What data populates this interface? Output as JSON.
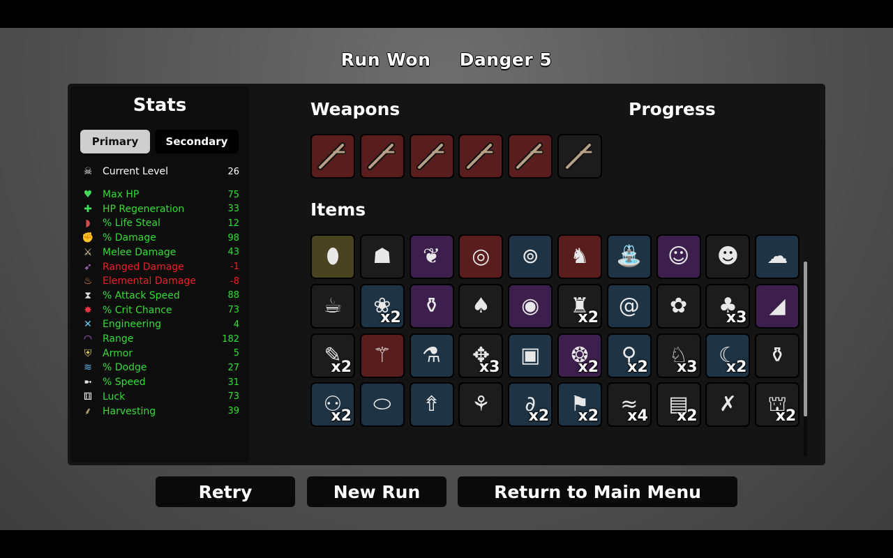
{
  "header": {
    "result": "Run Won",
    "danger": "Danger 5"
  },
  "stats": {
    "title": "Stats",
    "tabs": {
      "primary": "Primary",
      "secondary": "Secondary"
    },
    "current_level": {
      "label": "Current Level",
      "value": "26",
      "icon": "skull-icon"
    },
    "rows": [
      {
        "name": "max-hp",
        "label": "Max HP",
        "value": "75",
        "color": "#33dd33",
        "icon": "heart-icon",
        "glyph": "♥",
        "icolor": "#3fdc5a"
      },
      {
        "name": "hp-regeneration",
        "label": "HP Regeneration",
        "value": "33",
        "color": "#33dd33",
        "icon": "heart-plus-icon",
        "glyph": "✚",
        "icolor": "#3fdc5a"
      },
      {
        "name": "life-steal",
        "label": "% Life Steal",
        "value": "12",
        "color": "#33dd33",
        "icon": "fangs-icon",
        "glyph": "◗",
        "icolor": "#d84a4a"
      },
      {
        "name": "damage",
        "label": "% Damage",
        "value": "98",
        "color": "#33dd33",
        "icon": "muscle-icon",
        "glyph": "✊",
        "icolor": "#e06666"
      },
      {
        "name": "melee-damage",
        "label": "Melee Damage",
        "value": "43",
        "color": "#33dd33",
        "icon": "sword-icon",
        "glyph": "⚔",
        "icolor": "#f0d8a8"
      },
      {
        "name": "ranged-damage",
        "label": "Ranged Damage",
        "value": "-1",
        "color": "#ee2222",
        "icon": "bow-icon",
        "glyph": "➶",
        "icolor": "#c77ad8"
      },
      {
        "name": "elemental-damage",
        "label": "Elemental Damage",
        "value": "-8",
        "color": "#ee2222",
        "icon": "flame-icon",
        "glyph": "♨",
        "icolor": "#ff9040"
      },
      {
        "name": "attack-speed",
        "label": "% Attack Speed",
        "value": "88",
        "color": "#33dd33",
        "icon": "hourglass-icon",
        "glyph": "⧗",
        "icolor": "#dddddd"
      },
      {
        "name": "crit-chance",
        "label": "% Crit Chance",
        "value": "73",
        "color": "#33dd33",
        "icon": "crit-burst-icon",
        "glyph": "✸",
        "icolor": "#ee3344"
      },
      {
        "name": "engineering",
        "label": "Engineering",
        "value": "4",
        "color": "#33dd33",
        "icon": "wrench-icon",
        "glyph": "✕",
        "icolor": "#66ccee"
      },
      {
        "name": "range",
        "label": "Range",
        "value": "182",
        "color": "#33dd33",
        "icon": "range-waves-icon",
        "glyph": "◠",
        "icolor": "#cc66ee"
      },
      {
        "name": "armor",
        "label": "Armor",
        "value": "5",
        "color": "#33dd33",
        "icon": "shield-icon",
        "glyph": "⛨",
        "icolor": "#e8d84a"
      },
      {
        "name": "dodge",
        "label": "% Dodge",
        "value": "27",
        "color": "#33dd33",
        "icon": "dodge-icon",
        "glyph": "≋",
        "icolor": "#66bbee"
      },
      {
        "name": "speed",
        "label": "% Speed",
        "value": "31",
        "color": "#33dd33",
        "icon": "boot-icon",
        "glyph": "➼",
        "icolor": "#eeeeee"
      },
      {
        "name": "luck",
        "label": "Luck",
        "value": "73",
        "color": "#33dd33",
        "icon": "dice-icon",
        "glyph": "⚅",
        "icolor": "#eeeeee"
      },
      {
        "name": "harvesting",
        "label": "Harvesting",
        "value": "39",
        "color": "#33dd33",
        "icon": "wheat-icon",
        "glyph": "⸙",
        "icolor": "#e8d08a"
      }
    ]
  },
  "weapons": {
    "title": "Weapons",
    "slots": [
      {
        "icon": "stick-icon",
        "bg": "#5a1d1d"
      },
      {
        "icon": "stick-icon",
        "bg": "#5a1d1d"
      },
      {
        "icon": "stick-icon",
        "bg": "#5a1d1d"
      },
      {
        "icon": "stick-icon",
        "bg": "#5a1d1d"
      },
      {
        "icon": "stick-icon",
        "bg": "#5a1d1d"
      },
      {
        "icon": "stick-icon",
        "bg": "#1c1c1c"
      }
    ]
  },
  "progress": {
    "title": "Progress"
  },
  "items": {
    "title": "Items",
    "slots": [
      {
        "icon": "egg-icon",
        "bg": "#4a4322",
        "glyph": "⬮",
        "count": ""
      },
      {
        "icon": "alien-icon",
        "bg": "#1c1c1c",
        "glyph": "☗",
        "count": ""
      },
      {
        "icon": "wings-icon",
        "bg": "#3c1f4c",
        "glyph": "❦",
        "count": ""
      },
      {
        "icon": "binoculars-icon",
        "bg": "#5a1d1d",
        "glyph": "◎",
        "count": ""
      },
      {
        "icon": "target-ring-icon",
        "bg": "#1e3344",
        "glyph": "⊚",
        "count": ""
      },
      {
        "icon": "mammoth-icon",
        "bg": "#5a1d1d",
        "glyph": "♞",
        "count": ""
      },
      {
        "icon": "fountain-icon",
        "bg": "#1e3344",
        "glyph": "⛲",
        "count": ""
      },
      {
        "icon": "frog-icon",
        "bg": "#3c1f4c",
        "glyph": "☺",
        "count": ""
      },
      {
        "icon": "monkey-icon",
        "bg": "#1c1c1c",
        "glyph": "☻",
        "count": ""
      },
      {
        "icon": "sick-creature-icon",
        "bg": "#1e3344",
        "glyph": "☁",
        "count": ""
      },
      {
        "icon": "coffee-cup-icon",
        "bg": "#1c1c1c",
        "glyph": "☕",
        "count": ""
      },
      {
        "icon": "rabbit-icon",
        "bg": "#1e3344",
        "glyph": "❀",
        "count": "x2"
      },
      {
        "icon": "baby-bottle-icon",
        "bg": "#3c1f4c",
        "glyph": "⚱",
        "count": ""
      },
      {
        "icon": "poop-icon",
        "bg": "#1c1c1c",
        "glyph": "♠",
        "count": ""
      },
      {
        "icon": "ring-icon",
        "bg": "#3c1f4c",
        "glyph": "◉",
        "count": ""
      },
      {
        "icon": "gargoyle-icon",
        "bg": "#1c1c1c",
        "glyph": "♜",
        "count": "x2"
      },
      {
        "icon": "snail-icon",
        "bg": "#1e3344",
        "glyph": "@",
        "count": ""
      },
      {
        "icon": "hamster-icon",
        "bg": "#1c1c1c",
        "glyph": "✿",
        "count": ""
      },
      {
        "icon": "tree-icon",
        "bg": "#1c1c1c",
        "glyph": "♣",
        "count": "x3"
      },
      {
        "icon": "shark-fin-icon",
        "bg": "#3c1f4c",
        "glyph": "◢",
        "count": ""
      },
      {
        "icon": "syringe-icon",
        "bg": "#1c1c1c",
        "glyph": "✎",
        "count": "x2"
      },
      {
        "icon": "scepter-icon",
        "bg": "#5a1d1d",
        "glyph": "⚚",
        "count": ""
      },
      {
        "icon": "potion-icon",
        "bg": "#1e3344",
        "glyph": "⚗",
        "count": ""
      },
      {
        "icon": "fairy-icon",
        "bg": "#1c1c1c",
        "glyph": "✥",
        "count": "x3"
      },
      {
        "icon": "bracer-icon",
        "bg": "#1e3344",
        "glyph": "▣",
        "count": ""
      },
      {
        "icon": "tardigrade-icon",
        "bg": "#3c1f4c",
        "glyph": "❂",
        "count": "x2"
      },
      {
        "icon": "spoon-icon",
        "bg": "#1e3344",
        "glyph": "⚲",
        "count": "x2"
      },
      {
        "icon": "duck-icon",
        "bg": "#1c1c1c",
        "glyph": "♘",
        "count": "x3"
      },
      {
        "icon": "claw-icon",
        "bg": "#1e3344",
        "glyph": "☾",
        "count": "x2"
      },
      {
        "icon": "jar-icon",
        "bg": "#1c1c1c",
        "glyph": "⚱",
        "count": ""
      },
      {
        "icon": "dumbbell-icon",
        "bg": "#1e3344",
        "glyph": "⚇",
        "count": "x2"
      },
      {
        "icon": "sleeping-bag-icon",
        "bg": "#1e3344",
        "glyph": "⬭",
        "count": ""
      },
      {
        "icon": "bullet-icon",
        "bg": "#1e3344",
        "glyph": "⇮",
        "count": ""
      },
      {
        "icon": "sprout-icon",
        "bg": "#1c1c1c",
        "glyph": "⚘",
        "count": ""
      },
      {
        "icon": "tentacle-icon",
        "bg": "#1e3344",
        "glyph": "∂",
        "count": "x2"
      },
      {
        "icon": "banner-icon",
        "bg": "#1e3344",
        "glyph": "⚑",
        "count": "x2"
      },
      {
        "icon": "lizard-icon",
        "bg": "#1c1c1c",
        "glyph": "≈",
        "count": "x4"
      },
      {
        "icon": "map-icon",
        "bg": "#1c1c1c",
        "glyph": "▤",
        "count": "x2"
      },
      {
        "icon": "scar-icon",
        "bg": "#1c1c1c",
        "glyph": "✗",
        "count": ""
      },
      {
        "icon": "mushroom-icon",
        "bg": "#1c1c1c",
        "glyph": "⛫",
        "count": "x2"
      }
    ]
  },
  "buttons": {
    "retry": "Retry",
    "new_run": "New Run",
    "main_menu": "Return to Main Menu"
  }
}
